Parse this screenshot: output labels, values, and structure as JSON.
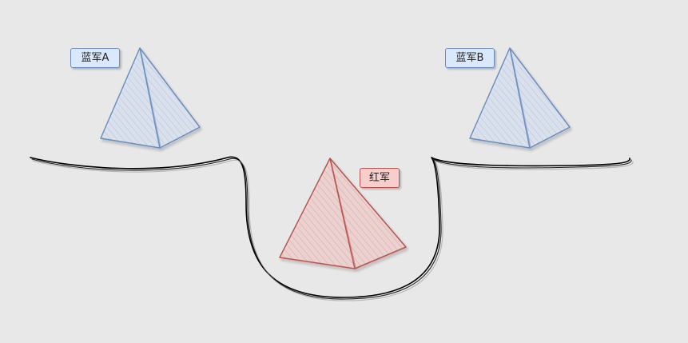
{
  "labels": {
    "blue_a": "蓝军A",
    "blue_b": "蓝军B",
    "red": "红军"
  },
  "colors": {
    "background": "#e8e8e8",
    "blue_stroke": "#6c8ebf",
    "blue_fill": "#dae8fc",
    "red_stroke": "#b85450",
    "red_fill": "#f8cecc",
    "terrain_stroke": "#000000"
  }
}
